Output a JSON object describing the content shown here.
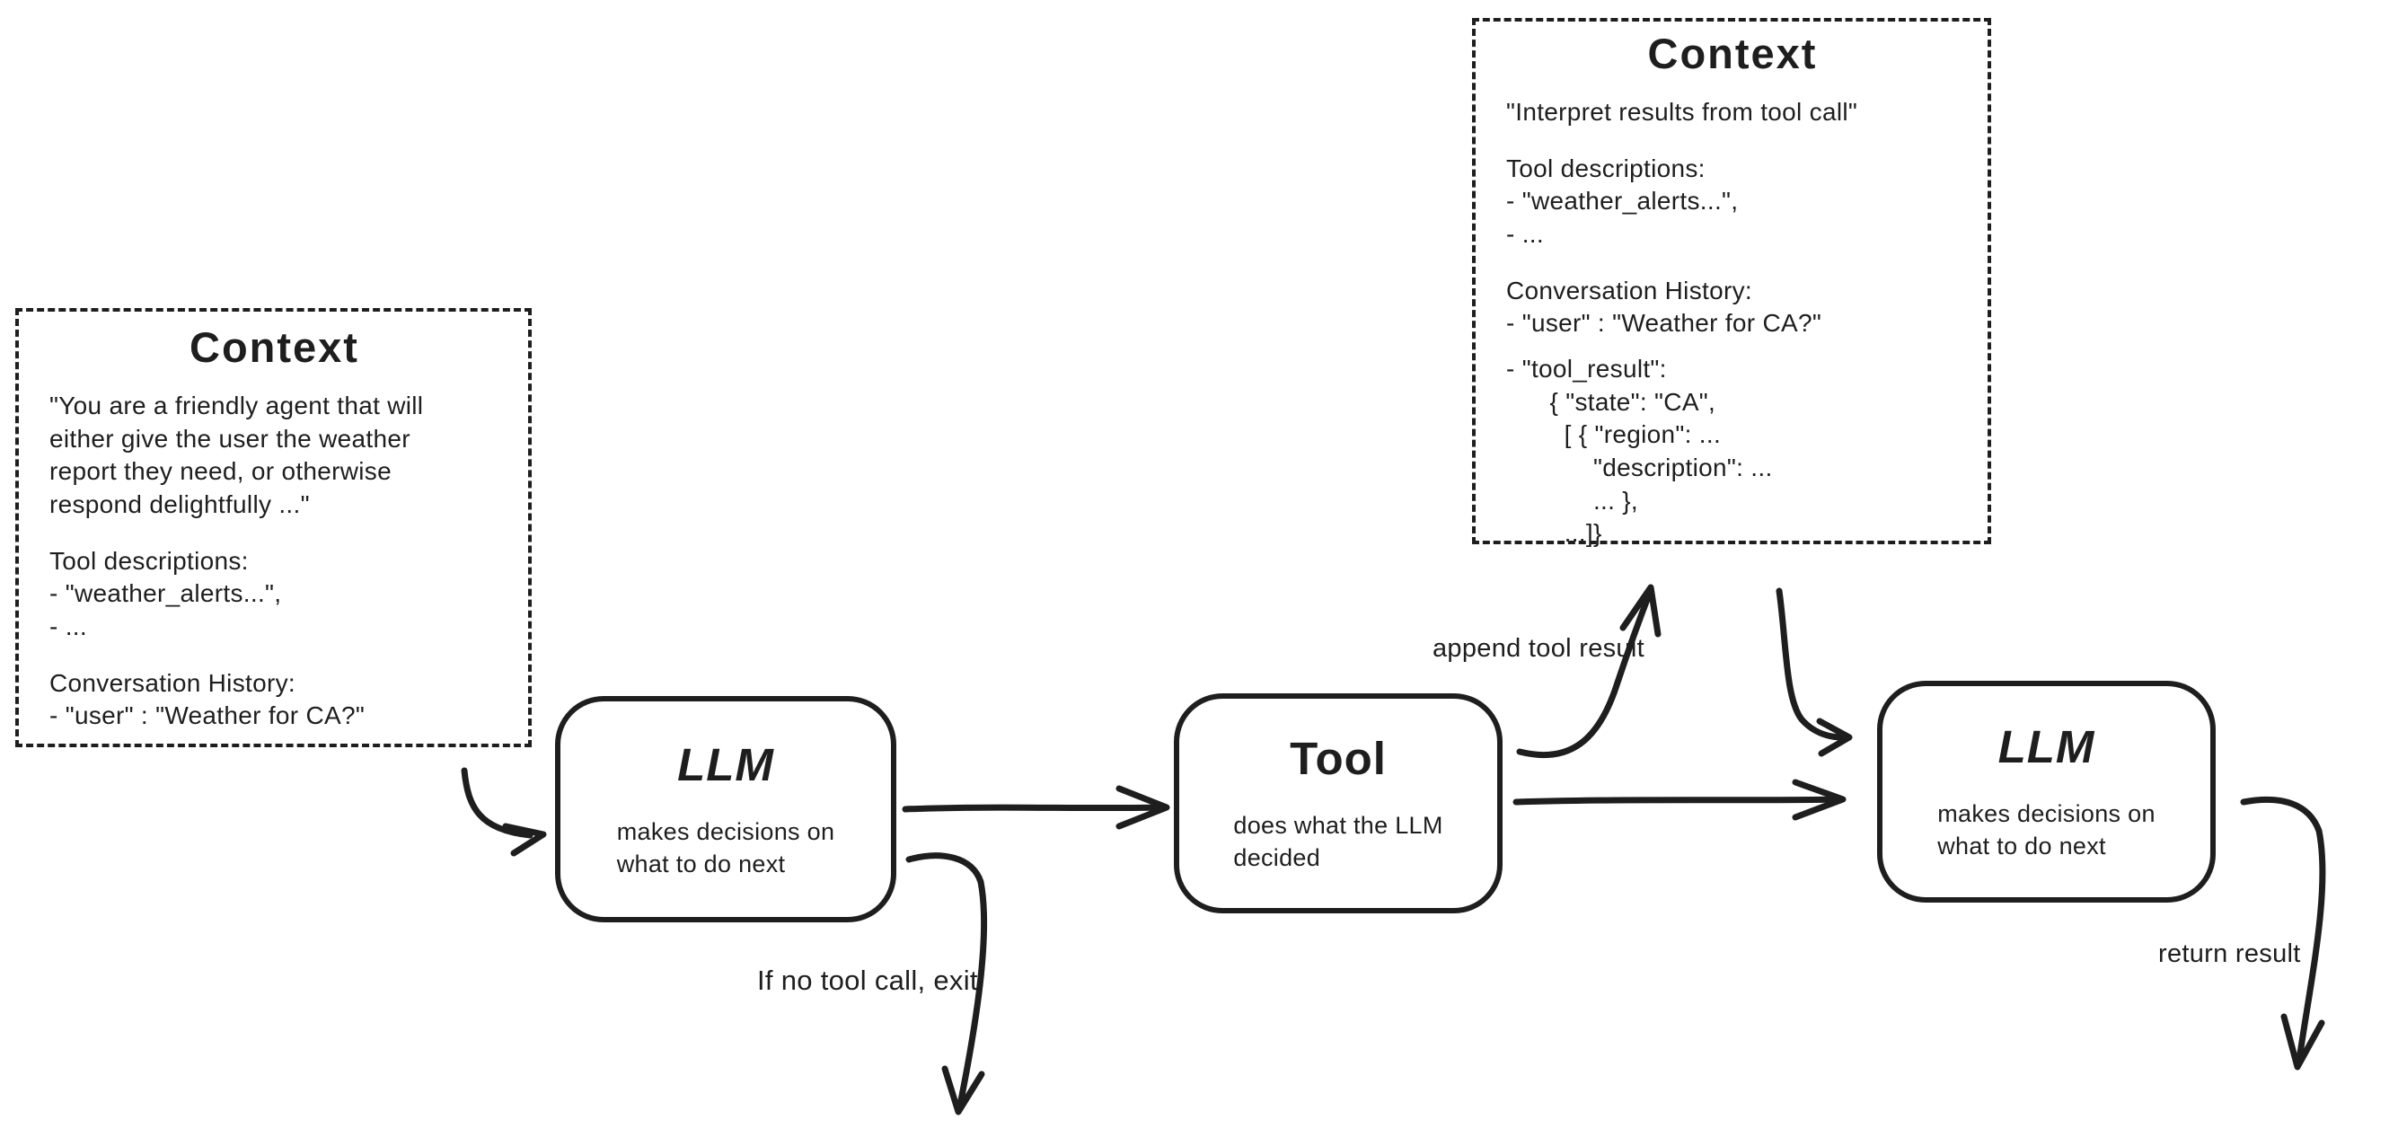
{
  "page": {
    "background_color": "#ffffff",
    "ink_color": "#1e1e1e"
  },
  "diagram": {
    "context_left": {
      "title": "Context",
      "paragraphs": [
        "\"You are a friendly agent that will\neither give the user the weather\nreport they need, or otherwise\nrespond delightfully ...\"",
        "Tool descriptions:\n- \"weather_alerts...\",\n- ...",
        "Conversation History:\n- \"user\" : \"Weather for CA?\""
      ]
    },
    "context_top": {
      "title": "Context",
      "paragraphs": [
        "\"Interpret results from tool call\"",
        "Tool descriptions:\n- \"weather_alerts...\",\n- ...",
        "Conversation History:\n- \"user\" : \"Weather for CA?\"",
        "- \"tool_result\":\n      { \"state\": \"CA\",\n        [ { \"region\": ...\n            \"description\": ...\n            ... },\n        ...]}"
      ]
    },
    "llm1": {
      "title": "LLM",
      "subtitle": "makes decisions on\nwhat to do next"
    },
    "tool": {
      "title": "Tool",
      "subtitle": "does what the LLM\ndecided"
    },
    "llm2": {
      "title": "LLM",
      "subtitle": "makes decisions on\nwhat to do next"
    },
    "edge_labels": {
      "append_tool_result": "append tool result",
      "if_no_tool_call_exit": "If no tool call, exit",
      "return_result": "return result"
    }
  }
}
